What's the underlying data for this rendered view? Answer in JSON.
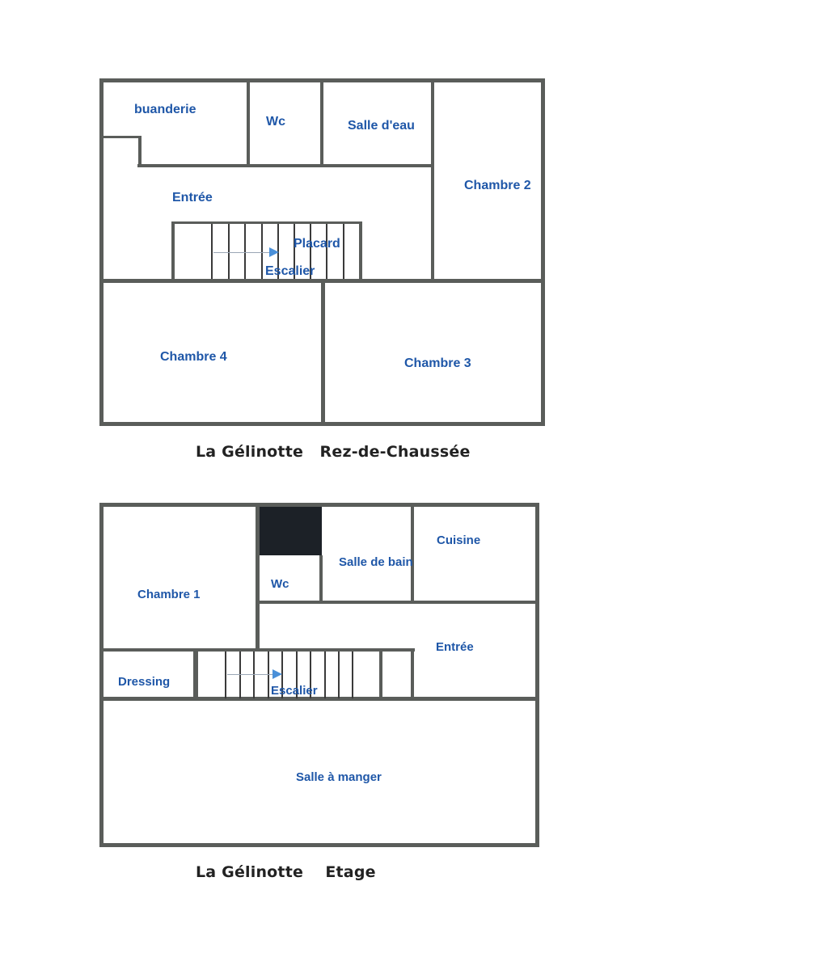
{
  "ground_floor": {
    "caption": "La Gélinotte   Rez-de-Chaussée",
    "rooms": {
      "buanderie": "buanderie",
      "wc": "Wc",
      "salle_deau": "Salle d'eau",
      "chambre2": "Chambre 2",
      "entree": "Entrée",
      "placard": "Placard",
      "escalier": "Escalier",
      "chambre4": "Chambre 4",
      "chambre3": "Chambre 3"
    }
  },
  "upper_floor": {
    "caption": "La Gélinotte    Etage",
    "rooms": {
      "chambre1": "Chambre 1",
      "wc": "Wc",
      "salle_de_bain": "Salle de bain",
      "cuisine": "Cuisine",
      "entree": "Entrée",
      "dressing": "Dressing",
      "escalier": "Escalier",
      "salle_a_manger": "Salle à manger"
    }
  },
  "colors": {
    "wall": "#5a5d5a",
    "label": "#1f57a8",
    "caption": "#222222",
    "stair_arrow": "#4a90d9"
  }
}
